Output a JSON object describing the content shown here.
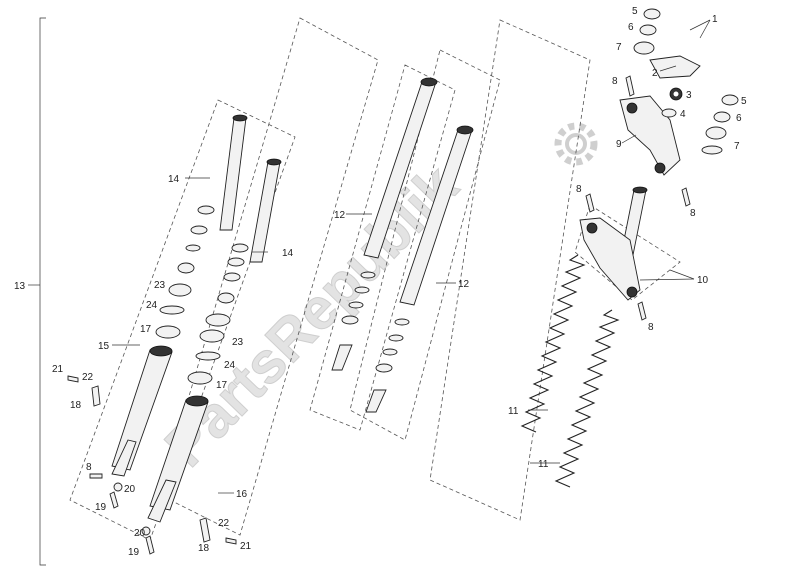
{
  "watermark": {
    "text": "PartsRepublik",
    "color": "#dcdcdc"
  },
  "callouts": {
    "c1": "1",
    "c2": "2",
    "c3": "3",
    "c4": "4",
    "c5a": "5",
    "c5b": "5",
    "c6a": "6",
    "c6b": "6",
    "c7a": "7",
    "c7b": "7",
    "c8a": "8",
    "c8b": "8",
    "c8c": "8",
    "c8d": "8",
    "c8e": "8",
    "c9": "9",
    "c10": "10",
    "c11a": "11",
    "c11b": "11",
    "c12a": "12",
    "c12b": "12",
    "c13": "13",
    "c14a": "14",
    "c14b": "14",
    "c15": "15",
    "c16": "16",
    "c17a": "17",
    "c17b": "17",
    "c18a": "18",
    "c18b": "18",
    "c19a": "19",
    "c19b": "19",
    "c20a": "20",
    "c20b": "20",
    "c21a": "21",
    "c21b": "21",
    "c22a": "22",
    "c22b": "22",
    "c23a": "23",
    "c23b": "23",
    "c24a": "24",
    "c24b": "24"
  }
}
